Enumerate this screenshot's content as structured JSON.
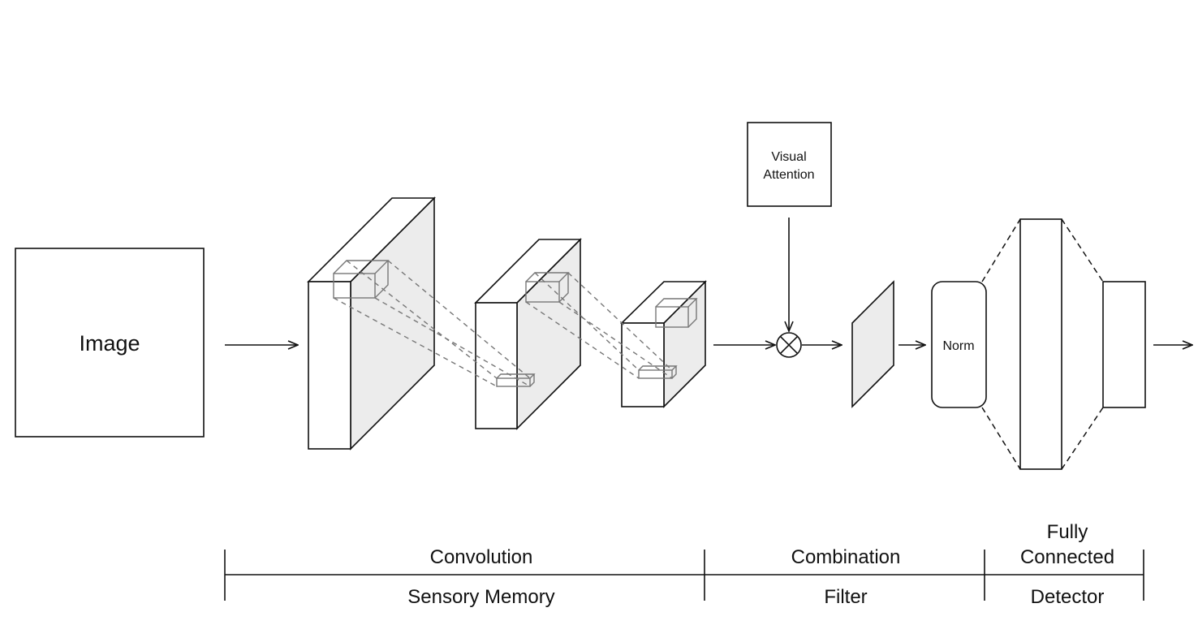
{
  "nodes": {
    "image": "Image",
    "visual_attention_line1": "Visual",
    "visual_attention_line2": "Attention",
    "norm": "Norm"
  },
  "stages_top": {
    "convolution": "Convolution",
    "combination": "Combination",
    "fully_connected_line1": "Fully",
    "fully_connected_line2": "Connected"
  },
  "stages_bottom": {
    "sensory_memory": "Sensory Memory",
    "filter": "Filter",
    "detector": "Detector"
  },
  "colors": {
    "stroke": "#111111",
    "shaded_face": "#ececec",
    "kernel": "#777777"
  }
}
